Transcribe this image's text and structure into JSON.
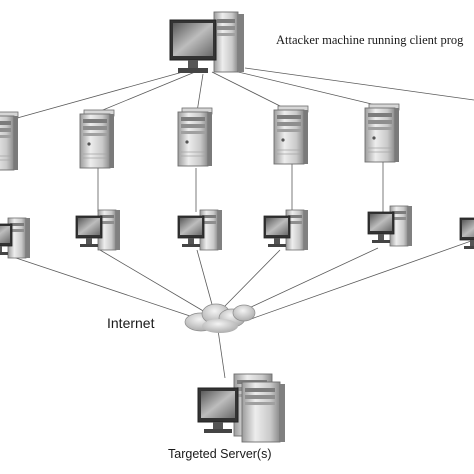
{
  "labels": {
    "attacker": "Attacker machine running client prog",
    "internet": "Internet",
    "target": "Targeted  Server(s)"
  },
  "icons": {
    "attacker": "desktop-computer-icon",
    "handler": "server-tower-icon",
    "agent": "desktop-computer-icon",
    "cloud": "internet-cloud-icon",
    "target": "desktop-computer-icon"
  },
  "colors": {
    "line": "#5a5a5a",
    "tower_light": "#ececec",
    "tower_mid": "#b4b4b4",
    "tower_dark": "#6e6e6e",
    "monitor_frame": "#3a3a3a",
    "screen": "#8a8a8a",
    "cloud": "#d8d8d8"
  }
}
